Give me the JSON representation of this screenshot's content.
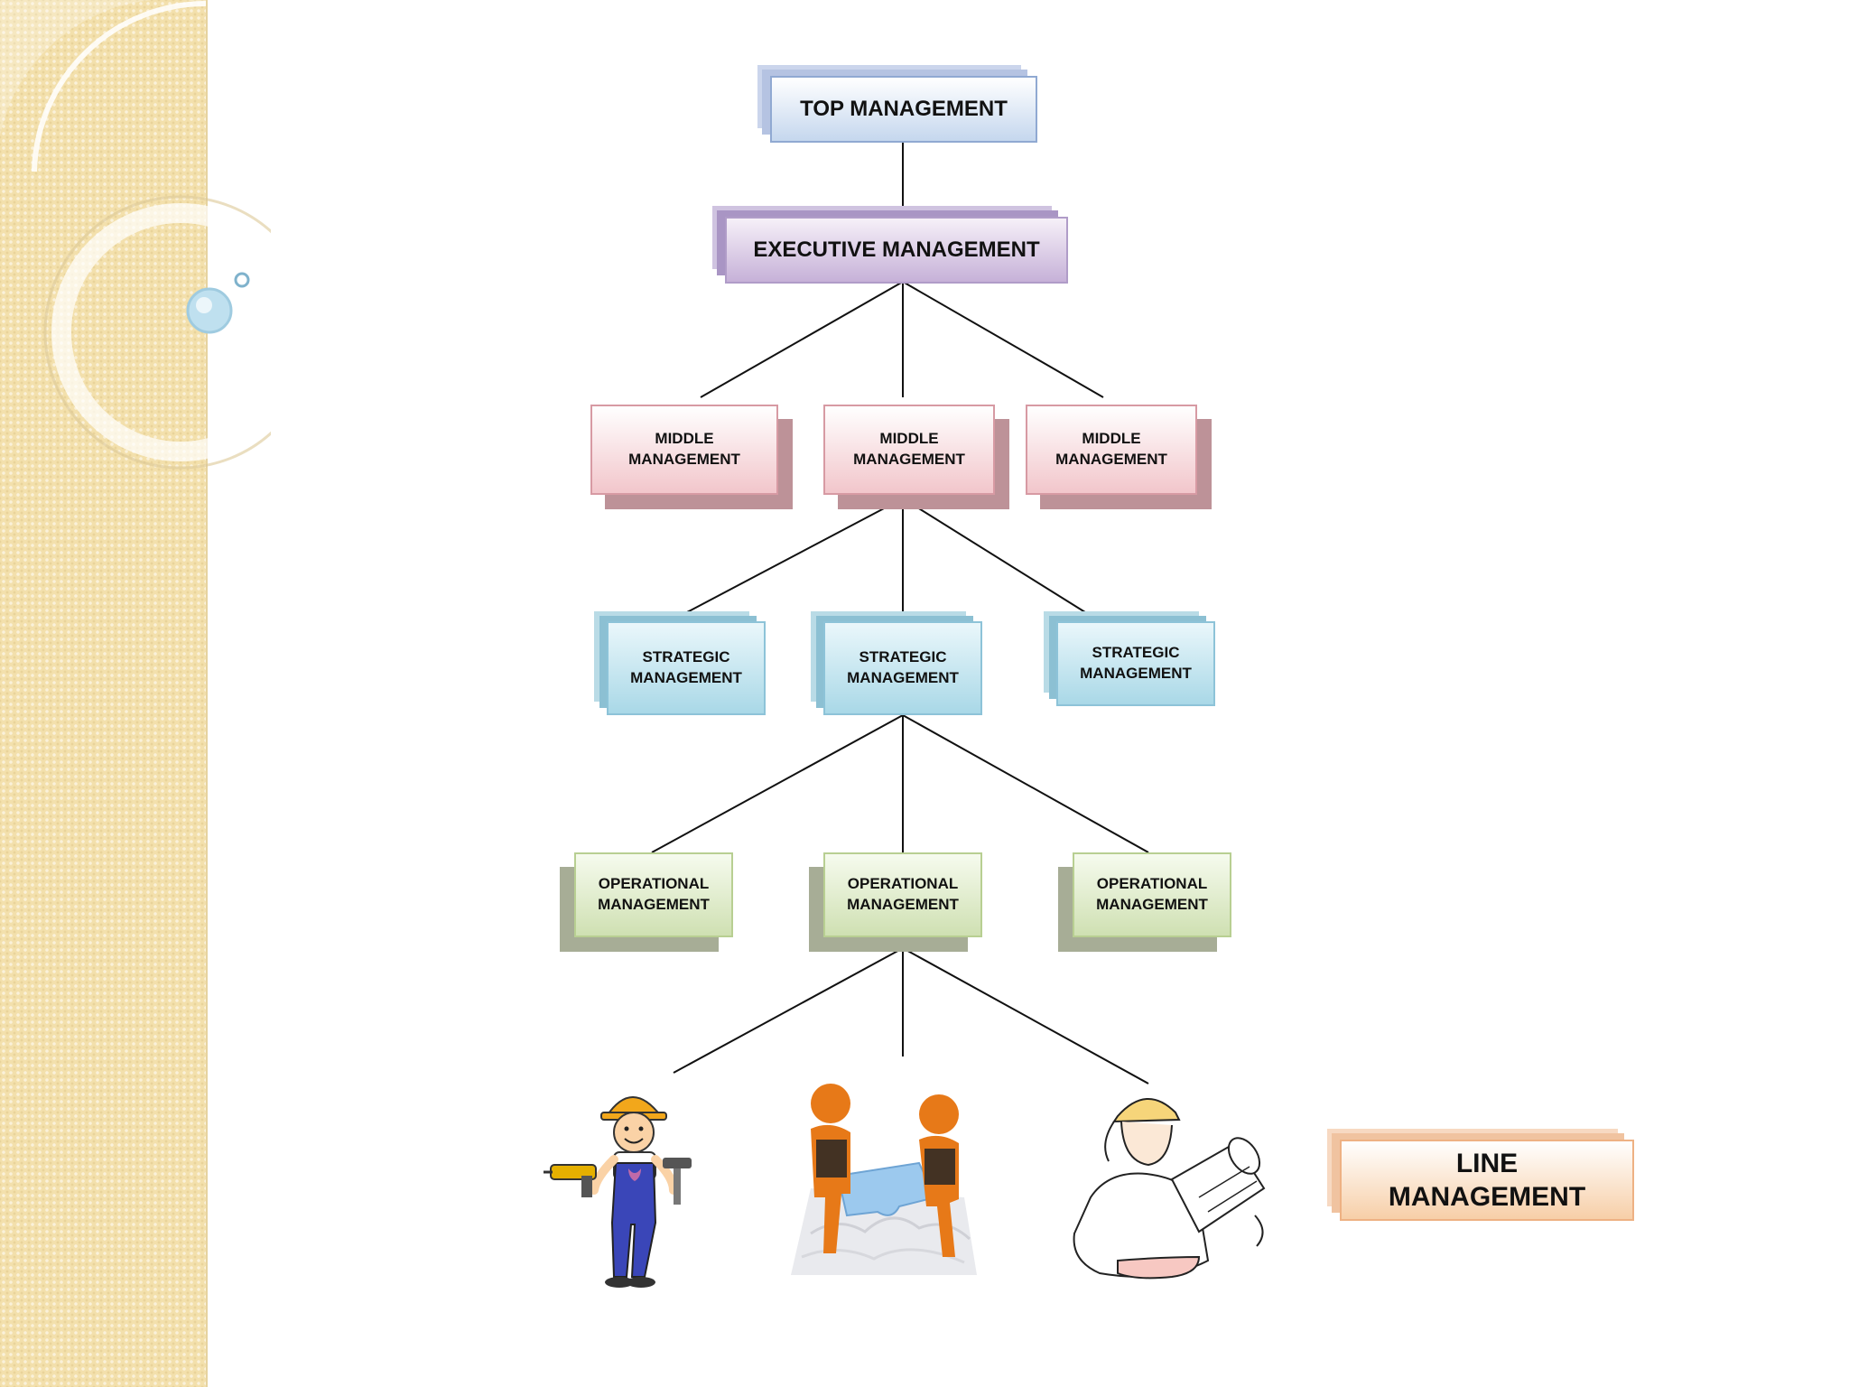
{
  "diagram": {
    "top": {
      "label": "TOP MANAGEMENT"
    },
    "executive": {
      "label": "EXECUTIVE MANAGEMENT"
    },
    "middle": [
      {
        "line1": "MIDDLE",
        "line2": "MANAGEMENT"
      },
      {
        "line1": "MIDDLE",
        "line2": "MANAGEMENT"
      },
      {
        "line1": "MIDDLE",
        "line2": "MANAGEMENT"
      }
    ],
    "strategic": [
      {
        "line1": "STRATEGIC",
        "line2": "MANAGEMENT"
      },
      {
        "line1": "STRATEGIC",
        "line2": "MANAGEMENT"
      },
      {
        "line1": "STRATEGIC",
        "line2": "MANAGEMENT"
      }
    ],
    "operational": [
      {
        "line1": "OPERATIONAL",
        "line2": "MANAGEMENT"
      },
      {
        "line1": "OPERATIONAL",
        "line2": "MANAGEMENT"
      },
      {
        "line1": "OPERATIONAL",
        "line2": "MANAGEMENT"
      }
    ],
    "line_management": {
      "line1": "LINE",
      "line2": "MANAGEMENT"
    },
    "images": [
      "worker-clipart-icon",
      "teamwork-puzzle-icon",
      "engineer-blueprint-icon"
    ]
  },
  "colors": {
    "top": "#c5d7ee",
    "executive": "#c6b1d8",
    "middle": "#f2c6cb",
    "strategic": "#a9d8e7",
    "operational": "#cfe0b2",
    "line_management": "#f7cfa8",
    "side_panel": "#f3e0ac"
  }
}
